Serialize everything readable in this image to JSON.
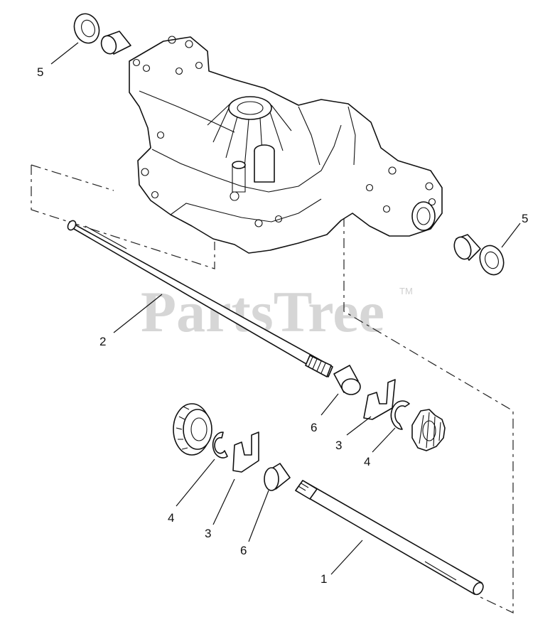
{
  "watermark": {
    "brand": "PartsTree",
    "trademark": "TM"
  },
  "callouts": [
    {
      "id": "c-5-top",
      "label": "5"
    },
    {
      "id": "c-5-right",
      "label": "5"
    },
    {
      "id": "c-2",
      "label": "2"
    },
    {
      "id": "c-6-upper",
      "label": "6"
    },
    {
      "id": "c-3-upper",
      "label": "3"
    },
    {
      "id": "c-4-upper",
      "label": "4"
    },
    {
      "id": "c-4-lower",
      "label": "4"
    },
    {
      "id": "c-3-lower",
      "label": "3"
    },
    {
      "id": "c-6-lower",
      "label": "6"
    },
    {
      "id": "c-1",
      "label": "1"
    }
  ]
}
